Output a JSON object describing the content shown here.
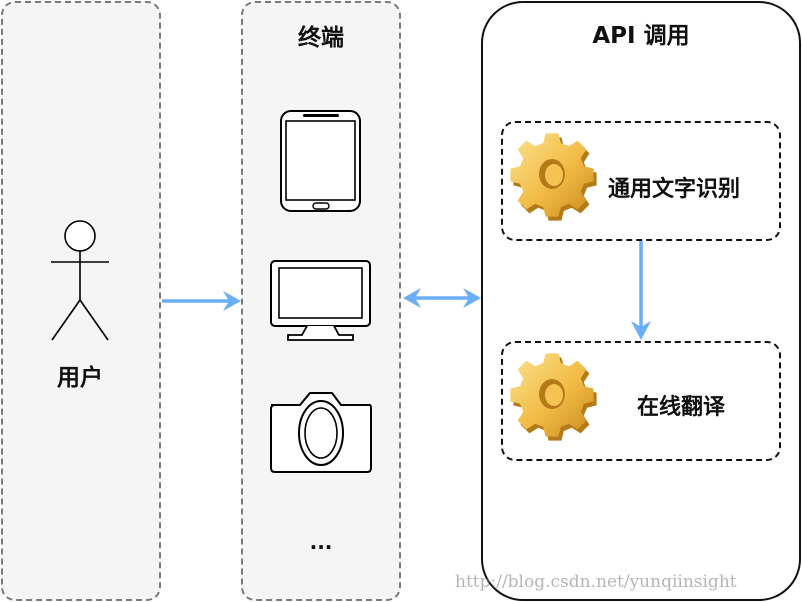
{
  "diagram": {
    "user_label": "用户",
    "terminal_title": "终端",
    "terminal_more": "...",
    "api_title": "API 调用",
    "ocr_label": "通用文字识别",
    "translate_label": "在线翻译",
    "watermark": "http://blog.csdn.net/yunqiinsight"
  },
  "colors": {
    "arrow": "#6aaef5",
    "panel_fill": "#f5f5f5",
    "gear_light": "#f7cf6a",
    "gear_dark": "#c98a1e"
  }
}
